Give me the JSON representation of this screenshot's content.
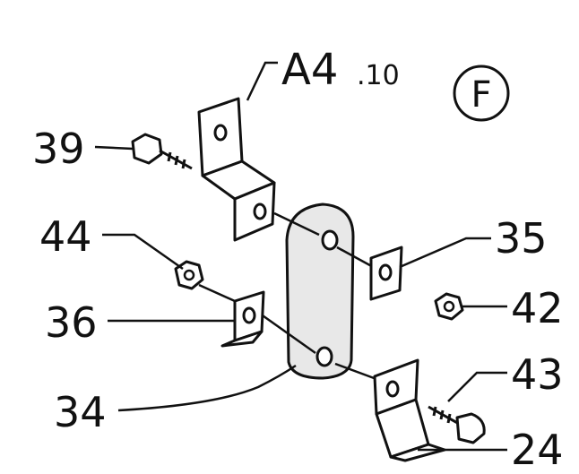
{
  "diagram": {
    "section_label": "F",
    "reference": {
      "main": "A4",
      "sub": ".10"
    },
    "callouts": [
      {
        "id": "39",
        "text": "39"
      },
      {
        "id": "44",
        "text": "44"
      },
      {
        "id": "36",
        "text": "36"
      },
      {
        "id": "34",
        "text": "34"
      },
      {
        "id": "35",
        "text": "35"
      },
      {
        "id": "42",
        "text": "42"
      },
      {
        "id": "43",
        "text": "43"
      },
      {
        "id": "24",
        "text": "24"
      }
    ]
  }
}
